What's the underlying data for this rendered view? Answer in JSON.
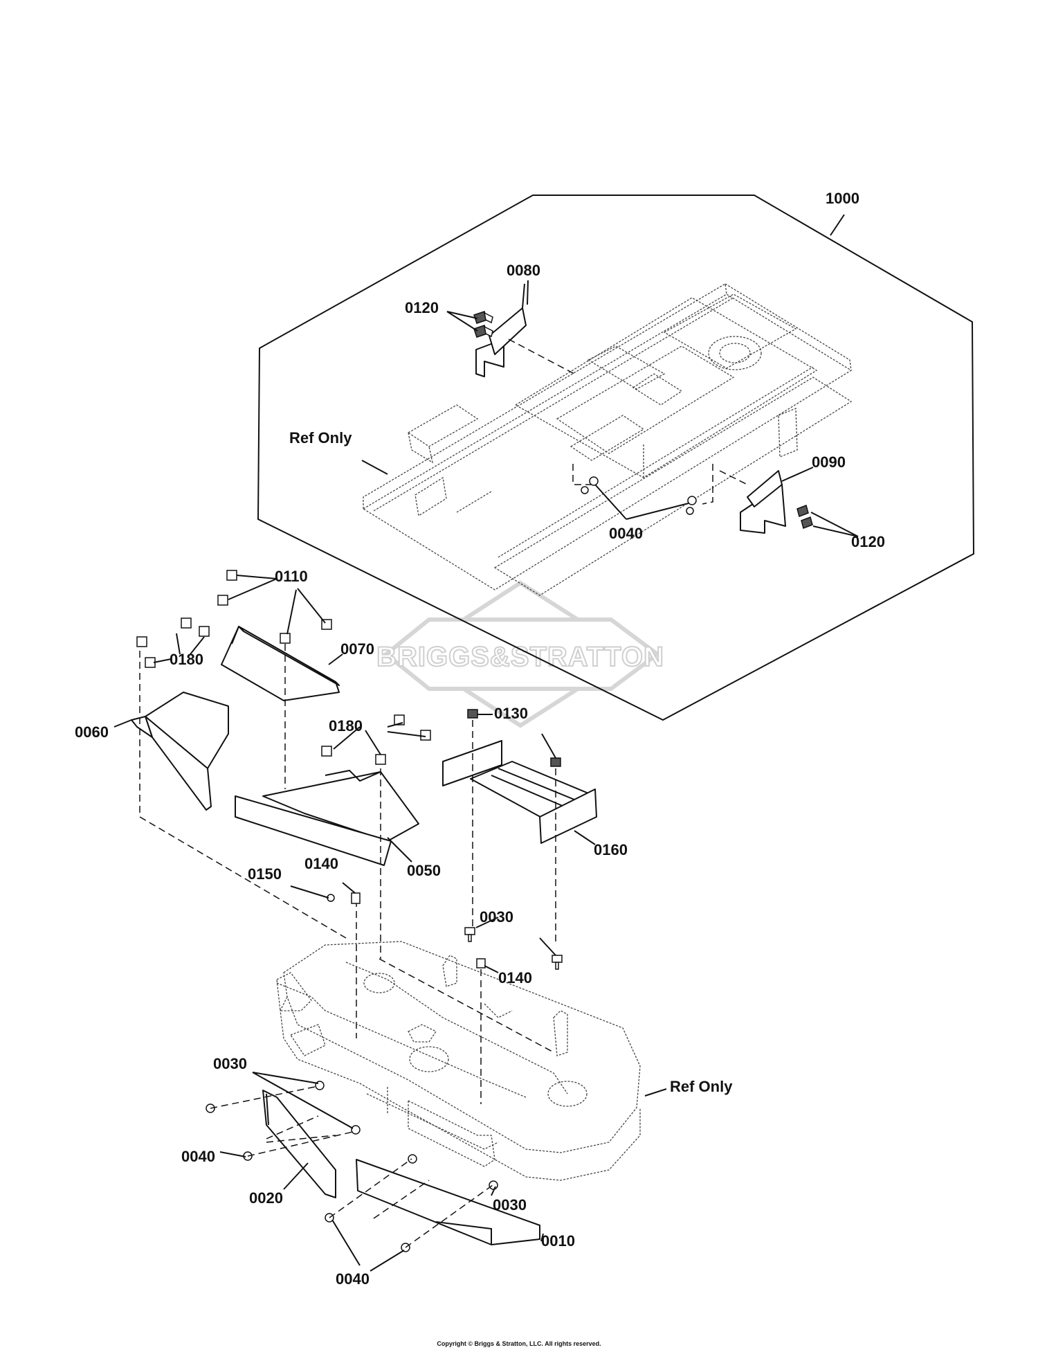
{
  "callouts": {
    "c1000": "1000",
    "c0080": "0080",
    "c0120a": "0120",
    "ref_frame": "Ref Only",
    "c0090": "0090",
    "c0040a": "0040",
    "c0120b": "0120",
    "c0110": "0110",
    "c0180a": "0180",
    "c0070": "0070",
    "c0060": "0060",
    "c0180b": "0180",
    "c0130": "0130",
    "c0050": "0050",
    "c0160": "0160",
    "c0150": "0150",
    "c0140a": "0140",
    "c0030a": "0030",
    "c0140b": "0140",
    "ref_deck": "Ref Only",
    "c0030b": "0030",
    "c0040b": "0040",
    "c0020": "0020",
    "c0030c": "0030",
    "c0010": "0010",
    "c0040c": "0040"
  },
  "watermark": "BRIGGS&STRATTON",
  "copyright": "Copyright © Briggs & Stratton, LLC. All rights reserved."
}
